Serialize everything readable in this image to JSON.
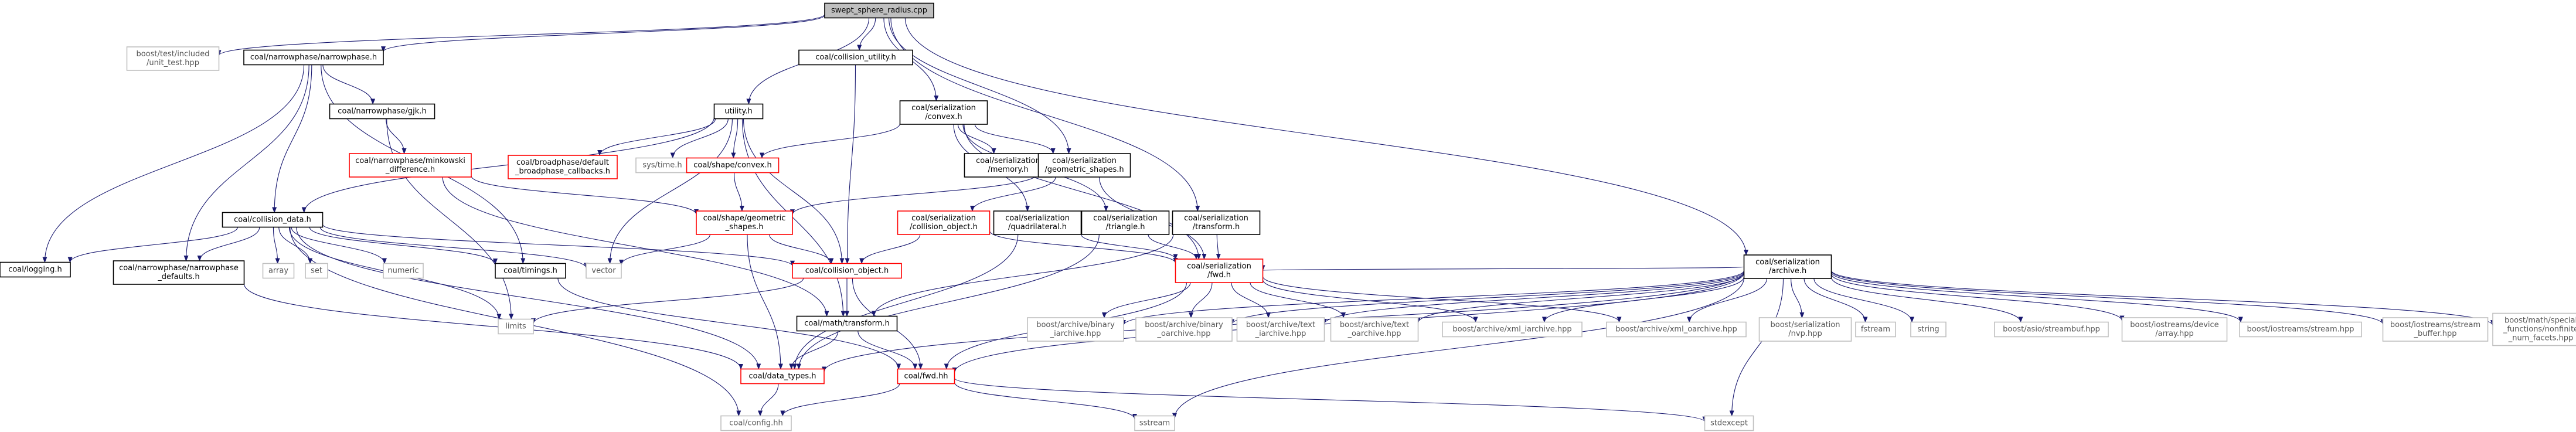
{
  "nodes": [
    {
      "id": "root",
      "lines": [
        "swept_sphere_radius.cpp"
      ],
      "style": "root"
    },
    {
      "id": "unit_test",
      "lines": [
        "boost/test/included",
        "/unit_test.hpp"
      ],
      "style": "gray"
    },
    {
      "id": "narrowphase",
      "lines": [
        "coal/narrowphase/narrowphase.h"
      ],
      "style": "normal"
    },
    {
      "id": "collision_utility",
      "lines": [
        "coal/collision_utility.h"
      ],
      "style": "normal"
    },
    {
      "id": "ser_convex",
      "lines": [
        "coal/serialization",
        "/convex.h"
      ],
      "style": "normal"
    },
    {
      "id": "ser_archive",
      "lines": [
        "coal/serialization",
        "/archive.h"
      ],
      "style": "normal"
    },
    {
      "id": "gjk",
      "lines": [
        "coal/narrowphase/gjk.h"
      ],
      "style": "normal"
    },
    {
      "id": "utility",
      "lines": [
        "utility.h"
      ],
      "style": "normal"
    },
    {
      "id": "minkowski",
      "lines": [
        "coal/narrowphase/minkowski",
        "_difference.h"
      ],
      "style": "red"
    },
    {
      "id": "broadphase_cb",
      "lines": [
        "coal/broadphase/default",
        "_broadphase_callbacks.h"
      ],
      "style": "red"
    },
    {
      "id": "systime",
      "lines": [
        "sys/time.h"
      ],
      "style": "gray"
    },
    {
      "id": "shape_convex",
      "lines": [
        "coal/shape/convex.h"
      ],
      "style": "red"
    },
    {
      "id": "ser_memory",
      "lines": [
        "coal/serialization",
        "/memory.h"
      ],
      "style": "normal"
    },
    {
      "id": "ser_geom",
      "lines": [
        "coal/serialization",
        "/geometric_shapes.h"
      ],
      "style": "normal"
    },
    {
      "id": "collision_data",
      "lines": [
        "coal/collision_data.h"
      ],
      "style": "normal"
    },
    {
      "id": "shape_geom",
      "lines": [
        "coal/shape/geometric",
        "_shapes.h"
      ],
      "style": "red"
    },
    {
      "id": "ser_collision_obj",
      "lines": [
        "coal/serialization",
        "/collision_object.h"
      ],
      "style": "red"
    },
    {
      "id": "ser_quad",
      "lines": [
        "coal/serialization",
        "/quadrilateral.h"
      ],
      "style": "normal"
    },
    {
      "id": "ser_triangle",
      "lines": [
        "coal/serialization",
        "/triangle.h"
      ],
      "style": "normal"
    },
    {
      "id": "ser_transform",
      "lines": [
        "coal/serialization",
        "/transform.h"
      ],
      "style": "normal"
    },
    {
      "id": "logging",
      "lines": [
        "coal/logging.h"
      ],
      "style": "normal"
    },
    {
      "id": "np_defaults",
      "lines": [
        "coal/narrowphase/narrowphase",
        "_defaults.h"
      ],
      "style": "normal"
    },
    {
      "id": "array",
      "lines": [
        "array"
      ],
      "style": "gray"
    },
    {
      "id": "set",
      "lines": [
        "set"
      ],
      "style": "gray"
    },
    {
      "id": "numeric",
      "lines": [
        "numeric"
      ],
      "style": "gray"
    },
    {
      "id": "timings",
      "lines": [
        "coal/timings.h"
      ],
      "style": "normal"
    },
    {
      "id": "vector",
      "lines": [
        "vector"
      ],
      "style": "gray"
    },
    {
      "id": "collision_object",
      "lines": [
        "coal/collision_object.h"
      ],
      "style": "red"
    },
    {
      "id": "ser_fwd",
      "lines": [
        "coal/serialization",
        "/fwd.h"
      ],
      "style": "red"
    },
    {
      "id": "limits",
      "lines": [
        "limits"
      ],
      "style": "gray"
    },
    {
      "id": "math_transform",
      "lines": [
        "coal/math/transform.h"
      ],
      "style": "normal"
    },
    {
      "id": "data_types",
      "lines": [
        "coal/data_types.h"
      ],
      "style": "red"
    },
    {
      "id": "fwd_hh",
      "lines": [
        "coal/fwd.hh"
      ],
      "style": "red"
    },
    {
      "id": "config",
      "lines": [
        "coal/config.hh"
      ],
      "style": "gray"
    },
    {
      "id": "sstream",
      "lines": [
        "sstream"
      ],
      "style": "gray"
    },
    {
      "id": "stdexcept",
      "lines": [
        "stdexcept"
      ],
      "style": "gray"
    },
    {
      "id": "binary_iarchive",
      "lines": [
        "boost/archive/binary",
        "_iarchive.hpp"
      ],
      "style": "gray"
    },
    {
      "id": "binary_oarchive",
      "lines": [
        "boost/archive/binary",
        "_oarchive.hpp"
      ],
      "style": "gray"
    },
    {
      "id": "text_iarchive",
      "lines": [
        "boost/archive/text",
        "_iarchive.hpp"
      ],
      "style": "gray"
    },
    {
      "id": "text_oarchive",
      "lines": [
        "boost/archive/text",
        "_oarchive.hpp"
      ],
      "style": "gray"
    },
    {
      "id": "xml_iarchive",
      "lines": [
        "boost/archive/xml_iarchive.hpp"
      ],
      "style": "gray"
    },
    {
      "id": "xml_oarchive",
      "lines": [
        "boost/archive/xml_oarchive.hpp"
      ],
      "style": "gray"
    },
    {
      "id": "nvp",
      "lines": [
        "boost/serialization",
        "/nvp.hpp"
      ],
      "style": "gray"
    },
    {
      "id": "fstream",
      "lines": [
        "fstream"
      ],
      "style": "gray"
    },
    {
      "id": "string",
      "lines": [
        "string"
      ],
      "style": "gray"
    },
    {
      "id": "streambuf",
      "lines": [
        "boost/asio/streambuf.hpp"
      ],
      "style": "gray"
    },
    {
      "id": "device_array",
      "lines": [
        "boost/iostreams/device",
        "/array.hpp"
      ],
      "style": "gray"
    },
    {
      "id": "iostream_stream",
      "lines": [
        "boost/iostreams/stream.hpp"
      ],
      "style": "gray"
    },
    {
      "id": "stream_buffer",
      "lines": [
        "boost/iostreams/stream",
        "_buffer.hpp"
      ],
      "style": "gray"
    },
    {
      "id": "nonfinite",
      "lines": [
        "boost/math/special",
        "_functions/nonfinite",
        "_num_facets.hpp"
      ],
      "style": "gray"
    }
  ],
  "edges": [
    [
      "root",
      "unit_test"
    ],
    [
      "root",
      "narrowphase"
    ],
    [
      "root",
      "collision_utility"
    ],
    [
      "root",
      "utility"
    ],
    [
      "root",
      "ser_convex"
    ],
    [
      "root",
      "ser_geom"
    ],
    [
      "root",
      "ser_transform"
    ],
    [
      "root",
      "ser_archive"
    ],
    [
      "narrowphase",
      "gjk"
    ],
    [
      "narrowphase",
      "collision_data"
    ],
    [
      "narrowphase",
      "logging"
    ],
    [
      "narrowphase",
      "np_defaults"
    ],
    [
      "narrowphase",
      "timings"
    ],
    [
      "gjk",
      "minkowski"
    ],
    [
      "gjk",
      "limits"
    ],
    [
      "minkowski",
      "shape_geom"
    ],
    [
      "minkowski",
      "math_transform"
    ],
    [
      "utility",
      "collision_data"
    ],
    [
      "utility",
      "broadphase_cb"
    ],
    [
      "utility",
      "systime"
    ],
    [
      "utility",
      "shape_convex"
    ],
    [
      "utility",
      "collision_object"
    ],
    [
      "utility",
      "math_transform"
    ],
    [
      "utility",
      "vector"
    ],
    [
      "collision_utility",
      "collision_object"
    ],
    [
      "ser_convex",
      "shape_convex"
    ],
    [
      "ser_convex",
      "ser_memory"
    ],
    [
      "ser_convex",
      "ser_geom"
    ],
    [
      "ser_convex",
      "ser_quad"
    ],
    [
      "ser_convex",
      "ser_triangle"
    ],
    [
      "ser_convex",
      "ser_fwd"
    ],
    [
      "shape_convex",
      "shape_geom"
    ],
    [
      "ser_geom",
      "shape_geom"
    ],
    [
      "ser_geom",
      "ser_collision_obj"
    ],
    [
      "ser_geom",
      "ser_fwd"
    ],
    [
      "ser_collision_obj",
      "collision_object"
    ],
    [
      "ser_collision_obj",
      "ser_fwd"
    ],
    [
      "ser_quad",
      "ser_fwd"
    ],
    [
      "ser_quad",
      "data_types"
    ],
    [
      "ser_triangle",
      "ser_fwd"
    ],
    [
      "ser_triangle",
      "data_types"
    ],
    [
      "ser_transform",
      "ser_fwd"
    ],
    [
      "ser_transform",
      "math_transform"
    ],
    [
      "collision_data",
      "logging"
    ],
    [
      "collision_data",
      "np_defaults"
    ],
    [
      "collision_data",
      "array"
    ],
    [
      "collision_data",
      "set"
    ],
    [
      "collision_data",
      "numeric"
    ],
    [
      "collision_data",
      "limits"
    ],
    [
      "collision_data",
      "timings"
    ],
    [
      "collision_data",
      "vector"
    ],
    [
      "collision_data",
      "collision_object"
    ],
    [
      "collision_data",
      "data_types"
    ],
    [
      "collision_data",
      "config"
    ],
    [
      "shape_geom",
      "collision_object"
    ],
    [
      "shape_geom",
      "vector"
    ],
    [
      "shape_geom",
      "data_types"
    ],
    [
      "collision_object",
      "limits"
    ],
    [
      "collision_object",
      "math_transform"
    ],
    [
      "collision_object",
      "fwd_hh"
    ],
    [
      "math_transform",
      "data_types"
    ],
    [
      "math_transform",
      "fwd_hh"
    ],
    [
      "np_defaults",
      "data_types"
    ],
    [
      "timings",
      "fwd_hh"
    ],
    [
      "data_types",
      "config"
    ],
    [
      "fwd_hh",
      "config"
    ],
    [
      "fwd_hh",
      "sstream"
    ],
    [
      "fwd_hh",
      "stdexcept"
    ],
    [
      "ser_fwd",
      "fwd_hh"
    ],
    [
      "ser_fwd",
      "binary_iarchive"
    ],
    [
      "ser_fwd",
      "binary_oarchive"
    ],
    [
      "ser_fwd",
      "text_iarchive"
    ],
    [
      "ser_fwd",
      "text_oarchive"
    ],
    [
      "ser_fwd",
      "xml_iarchive"
    ],
    [
      "ser_fwd",
      "xml_oarchive"
    ],
    [
      "ser_archive",
      "ser_fwd"
    ],
    [
      "ser_archive",
      "binary_iarchive"
    ],
    [
      "ser_archive",
      "binary_oarchive"
    ],
    [
      "ser_archive",
      "text_iarchive"
    ],
    [
      "ser_archive",
      "text_oarchive"
    ],
    [
      "ser_archive",
      "xml_iarchive"
    ],
    [
      "ser_archive",
      "xml_oarchive"
    ],
    [
      "ser_archive",
      "nvp"
    ],
    [
      "ser_archive",
      "fstream"
    ],
    [
      "ser_archive",
      "string"
    ],
    [
      "ser_archive",
      "streambuf"
    ],
    [
      "ser_archive",
      "device_array"
    ],
    [
      "ser_archive",
      "iostream_stream"
    ],
    [
      "ser_archive",
      "stream_buffer"
    ],
    [
      "ser_archive",
      "nonfinite"
    ],
    [
      "ser_archive",
      "data_types"
    ],
    [
      "ser_archive",
      "fwd_hh"
    ],
    [
      "ser_archive",
      "sstream"
    ],
    [
      "ser_archive",
      "stdexcept"
    ]
  ]
}
